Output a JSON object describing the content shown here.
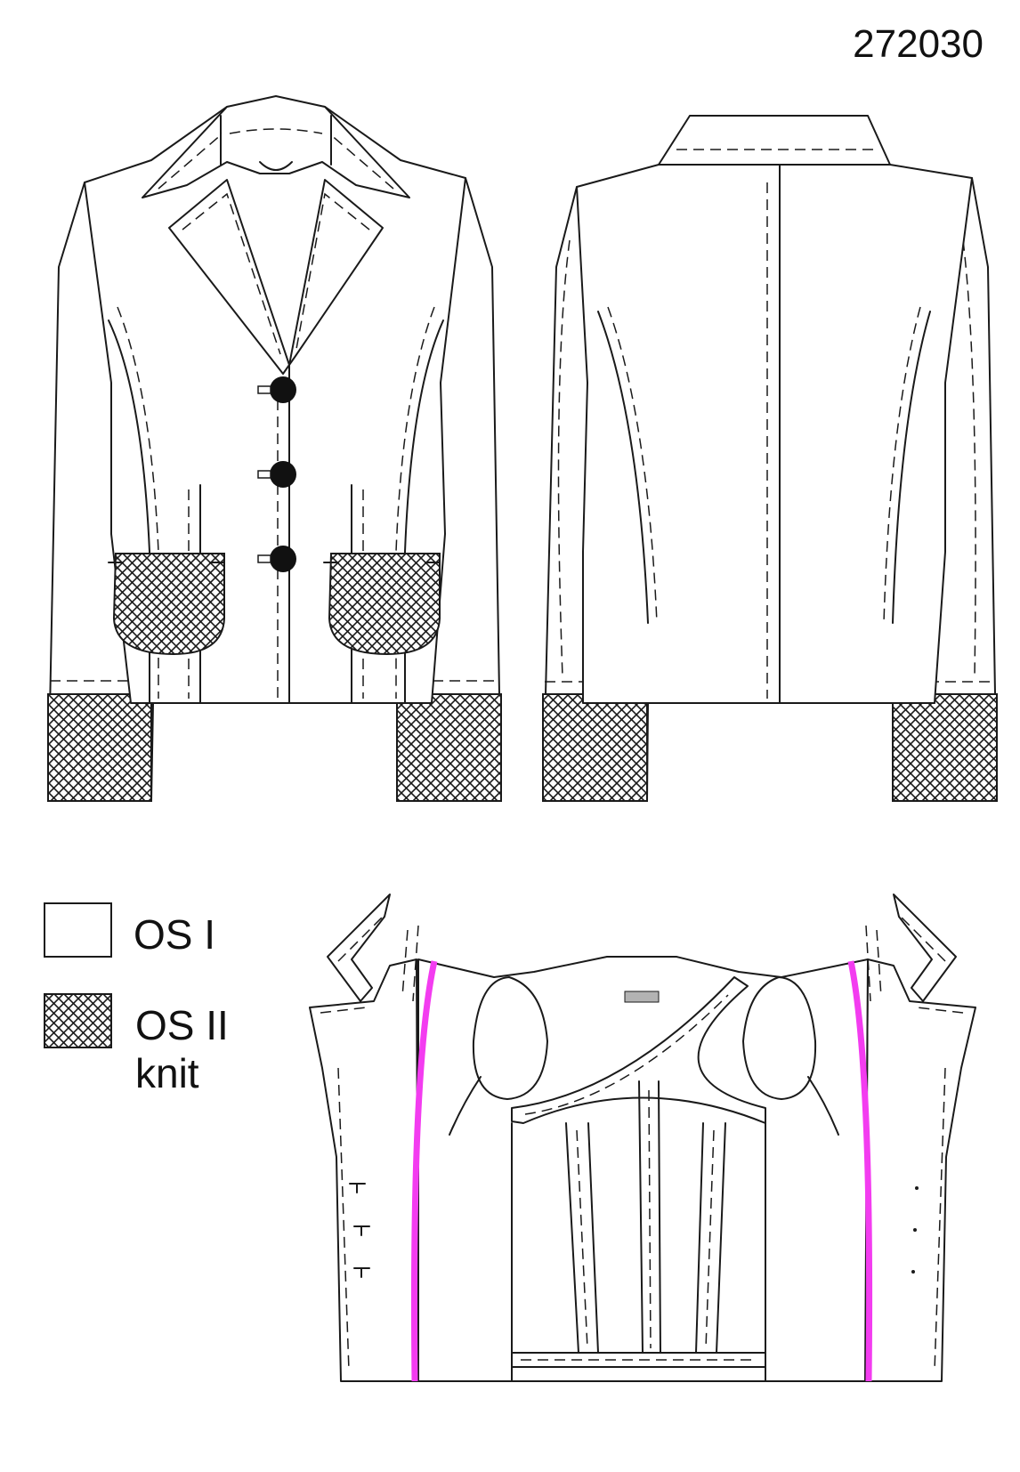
{
  "article_number": "272030",
  "legend": [
    {
      "swatch": "plain",
      "line1": "OS I",
      "line2": ""
    },
    {
      "swatch": "knit",
      "line1": "OS II",
      "line2": "knit"
    }
  ],
  "colors": {
    "outline": "#1a1a1a",
    "background": "#ffffff",
    "binding": "#f33cf0",
    "label_tag": "#b3b3b3",
    "button": "#111111"
  },
  "front_view": {
    "button_count": 3,
    "patch_pockets": 2,
    "cuffs_material": "OS II knit"
  },
  "back_view": {
    "center_back_seam": true,
    "cuffs_material": "OS II knit"
  }
}
